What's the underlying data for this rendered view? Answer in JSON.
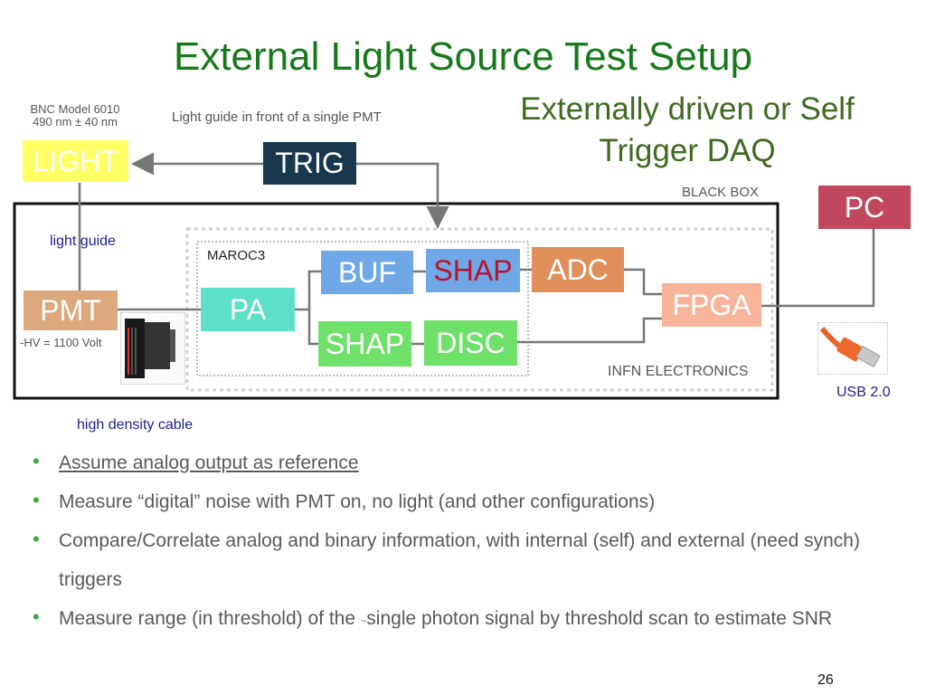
{
  "title": "External Light Source Test Setup",
  "subtitle": "Externally driven or Self Trigger DAQ",
  "labels": {
    "bnc_line1": "BNC Model 6010",
    "bnc_line2": "490 nm ±  40 nm",
    "light_guide_front": "Light guide in front of a single PMT",
    "black_box": "BLACK BOX",
    "light_guide": "light guide",
    "maroc3": "MAROC3",
    "hv": "-HV = 1100 Volt",
    "infn_electronics": "INFN ELECTRONICS",
    "usb": "USB 2.0",
    "high_density_cable": "high density cable",
    "page_number": "26"
  },
  "blocks": {
    "light": "LIGHT",
    "trig": "TRIG",
    "pc": "PC",
    "pmt": "PMT",
    "pa": "PA",
    "buf": "BUF",
    "shap_top": "SHAP",
    "adc": "ADC",
    "fpga": "FPGA",
    "shap_bottom": "SHAP",
    "disc": "DISC"
  },
  "colors": {
    "title": "#177a1a",
    "light": "#ffff66",
    "trig": "#17384f",
    "pc": "#c0475c",
    "pmt": "#dca87c",
    "pa": "#5de0c8",
    "buf": "#6ea8e6",
    "shap_top": "#6ea8e6",
    "shap_top_text": "#c0102a",
    "adc": "#e08e5a",
    "fpga": "#f7b49a",
    "shap_bottom": "#6fe06a",
    "disc": "#6fe06a"
  },
  "bullets": [
    {
      "text": "Assume analog output as reference"
    },
    {
      "text": "Measure “digital” noise with PMT on, no light (and other configurations)"
    },
    {
      "text": "Compare/Correlate analog and binary information, with internal (self) and external (need synch) triggers"
    },
    {
      "text_before": "Measure range (in threshold) of the ",
      "tilde": "~",
      "text_after": "single photon signal by threshold scan to estimate SNR"
    }
  ]
}
